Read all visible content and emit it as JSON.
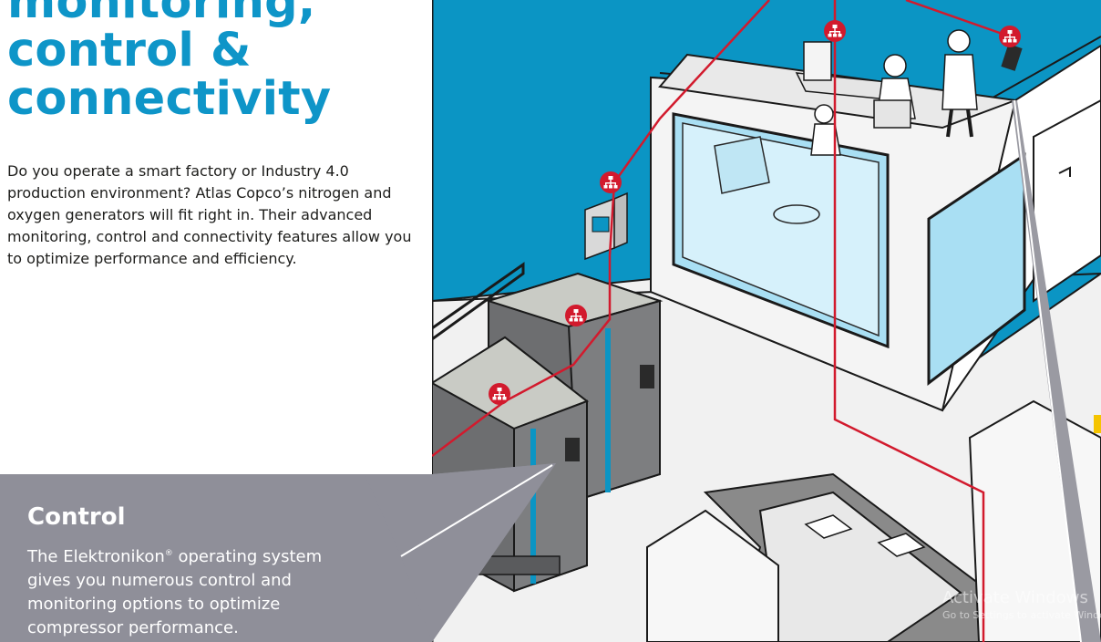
{
  "heading": {
    "line1": "monitoring,",
    "line2": "control &",
    "line3": "connectivity"
  },
  "intro": "Do you operate a smart factory or Industry 4.0 production environment? Atlas Copco’s nitrogen and oxygen generators will fit right in. Their advanced monitoring, control and connectivity features allow you to optimize performance and efficiency.",
  "callout": {
    "title": "Control",
    "body_before": "The Elektronikon",
    "registered_mark": "®",
    "body_after": " operating system gives you numerous control and monitoring options to optimize compressor performance."
  },
  "watermark": {
    "line1": "Activate Windows",
    "line2": "Go to Settings to activate Windows."
  },
  "colors": {
    "heading": "#0e95c8",
    "wall": "#0b95c4",
    "floor": "#f1f1f1",
    "callout": "#8f8f99",
    "network": "#d21a2d"
  },
  "icons": [
    "network-node-icon"
  ]
}
